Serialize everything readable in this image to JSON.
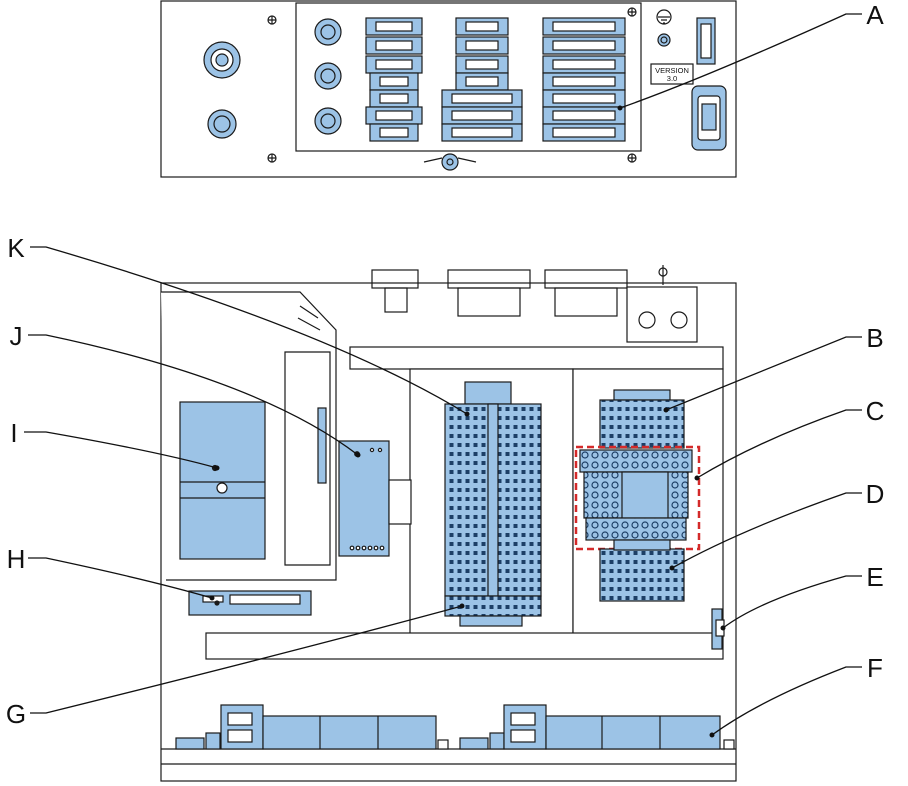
{
  "colors": {
    "component_fill": "#9cc3e6",
    "component_stroke": "#1a1a1a",
    "panel_fill": "#ffffff",
    "highlight": "#d42a2a"
  },
  "version_badge": {
    "line1": "VERSION",
    "line2": "3.0"
  },
  "callouts": [
    {
      "id": "a",
      "label": "A"
    },
    {
      "id": "b",
      "label": "B"
    },
    {
      "id": "c",
      "label": "C"
    },
    {
      "id": "d",
      "label": "D"
    },
    {
      "id": "e",
      "label": "E"
    },
    {
      "id": "f",
      "label": "F"
    },
    {
      "id": "g",
      "label": "G"
    },
    {
      "id": "h",
      "label": "H"
    },
    {
      "id": "i",
      "label": "I"
    },
    {
      "id": "j",
      "label": "J"
    },
    {
      "id": "k",
      "label": "K"
    }
  ]
}
